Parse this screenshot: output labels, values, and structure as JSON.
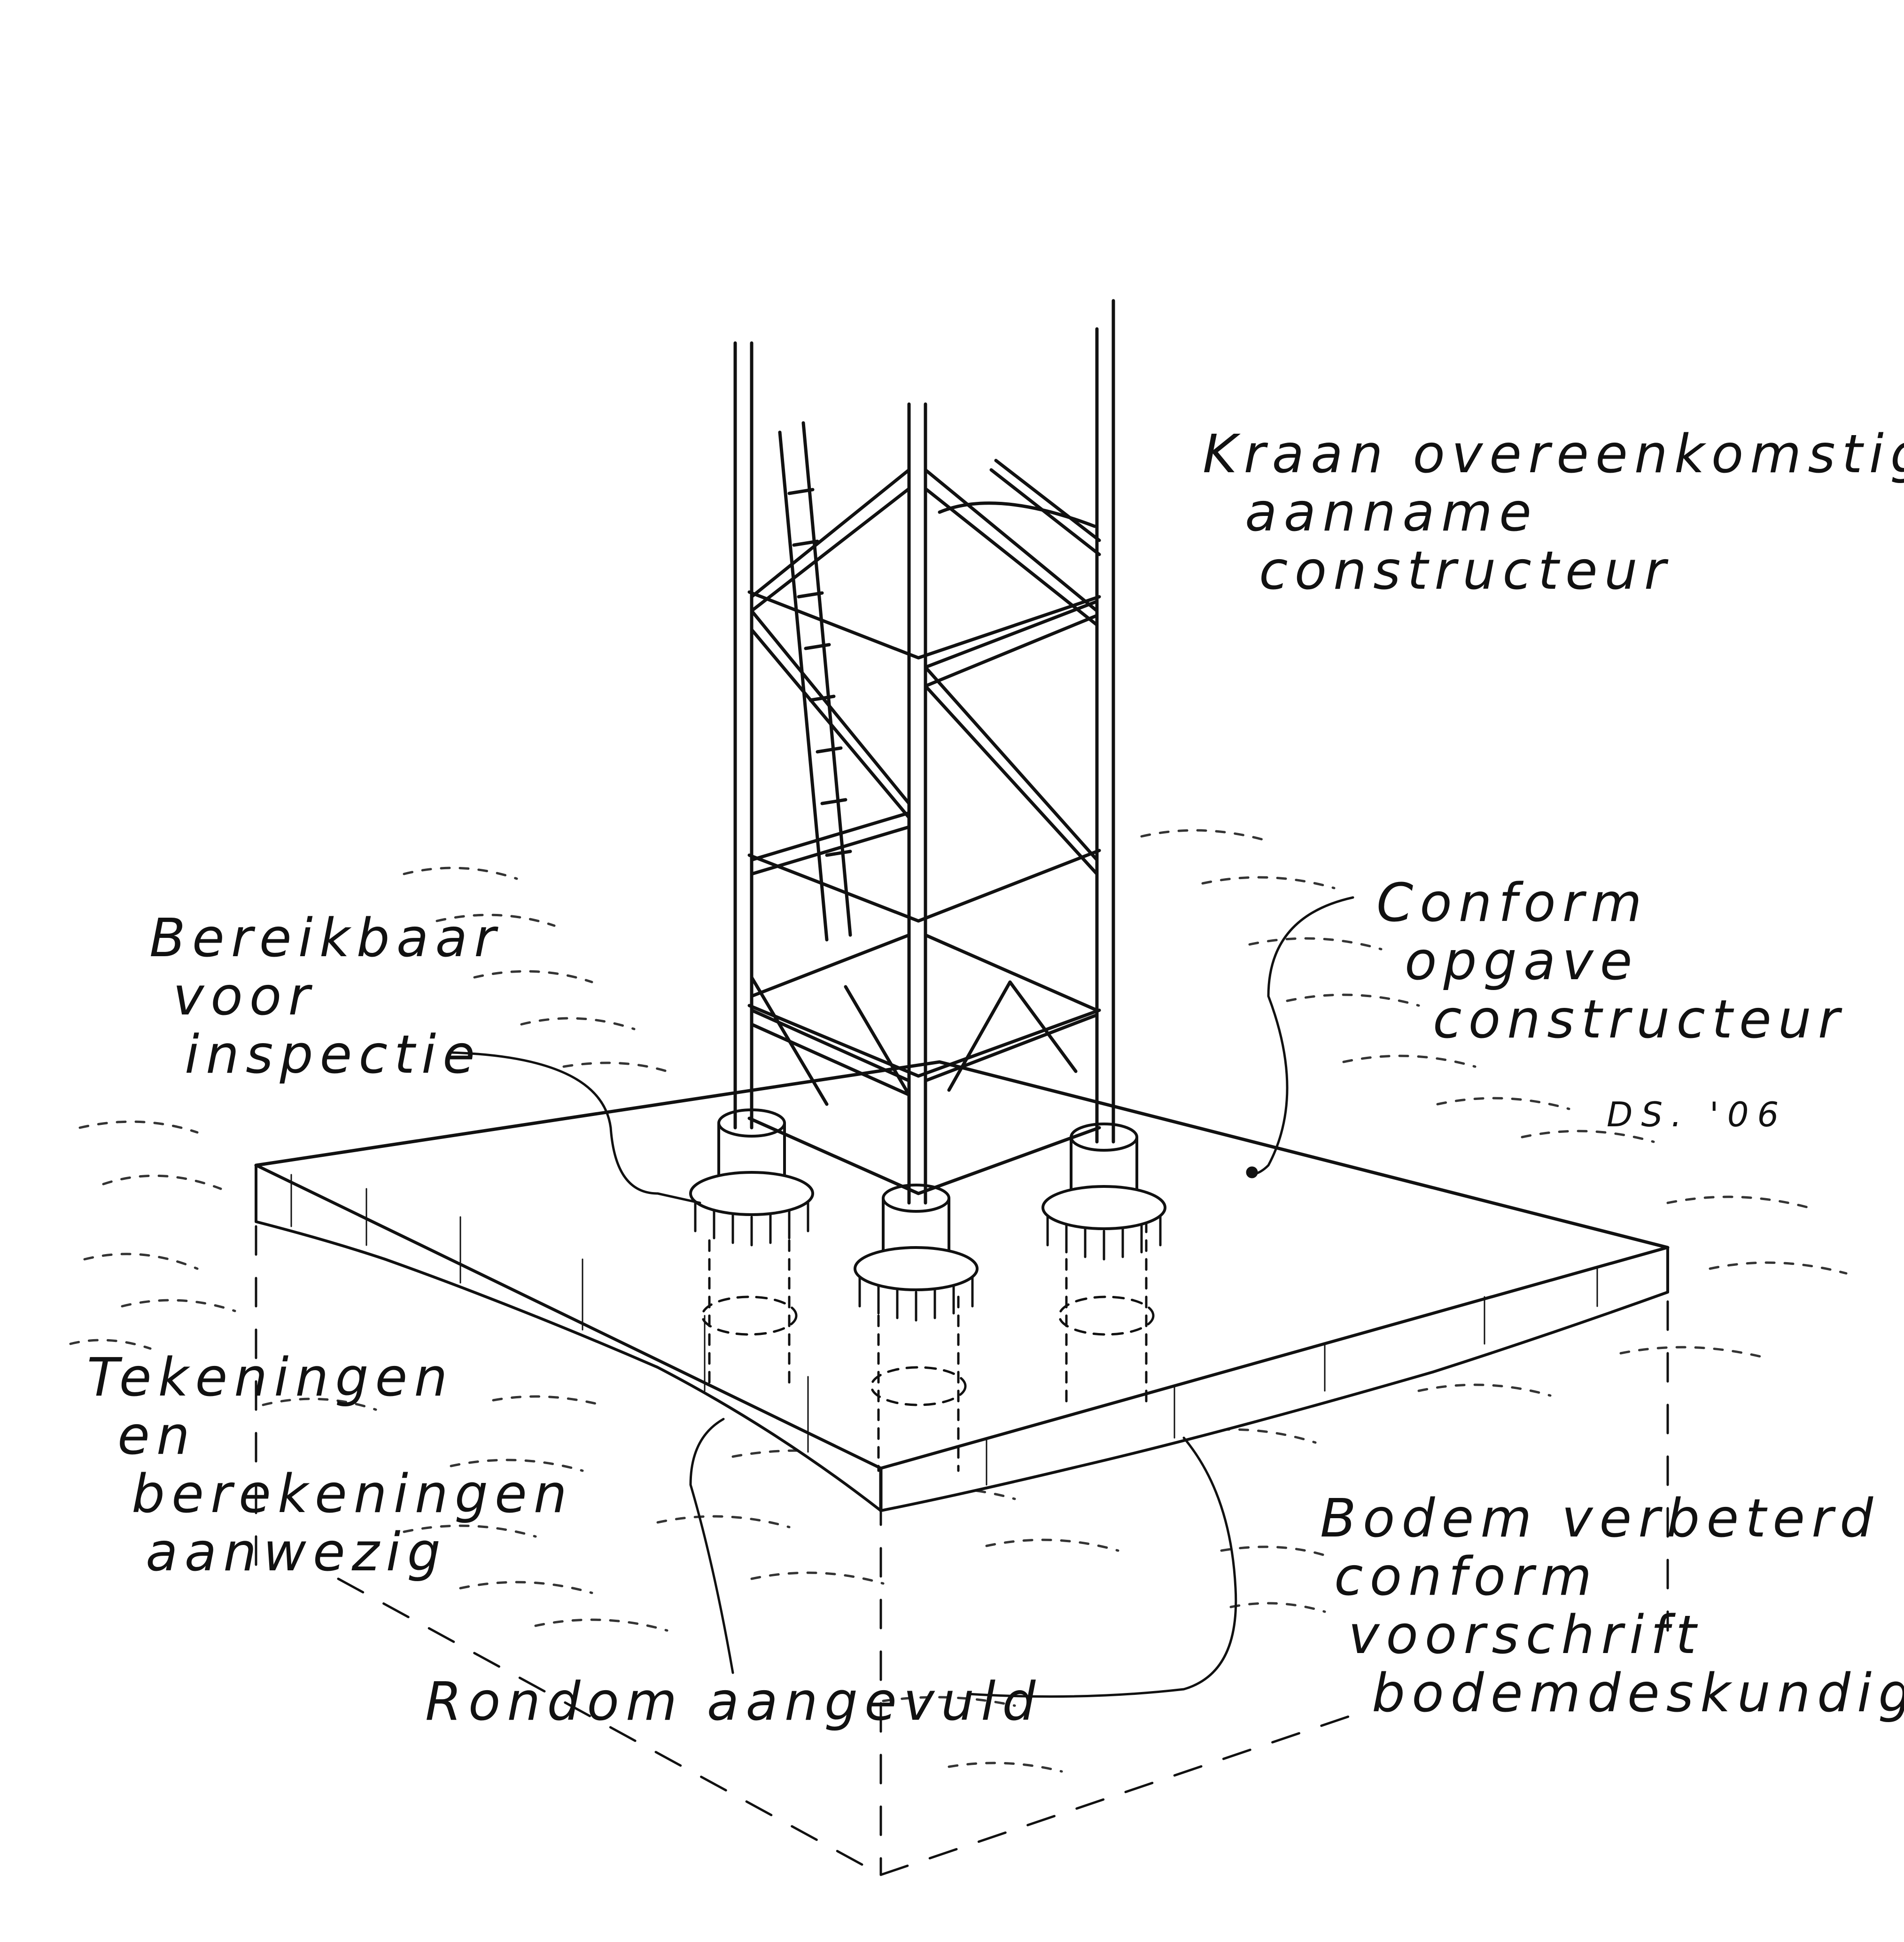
{
  "labels": {
    "crane": [
      "Kraan overeenkomstig",
      "aanname",
      "constructeur"
    ],
    "inspection": [
      "Bereikbaar",
      "voor",
      "inspectie"
    ],
    "conform_constructor": [
      "Conform",
      "opgave",
      "constructeur"
    ],
    "drawings": [
      "Tekeningen",
      "en",
      "berekeningen",
      "aanwezig"
    ],
    "soil": [
      "Bodem verbeterd",
      "conform",
      "voorschrift",
      "bodemdeskundige"
    ],
    "backfill": "Rondom aangevuld"
  },
  "signature": "DS. '06",
  "colors": {
    "ink": "#111111",
    "paper": "#ffffff"
  }
}
